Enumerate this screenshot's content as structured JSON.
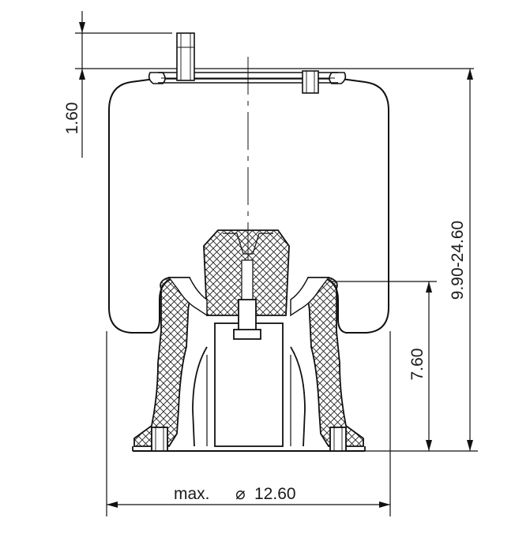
{
  "drawing": {
    "top_offset_label": "1.60",
    "height_range_label": "9.90-24.60",
    "base_height_label": "7.60",
    "diameter_prefix": "max.",
    "diameter_symbol": "⌀",
    "diameter_value": "12.60"
  }
}
